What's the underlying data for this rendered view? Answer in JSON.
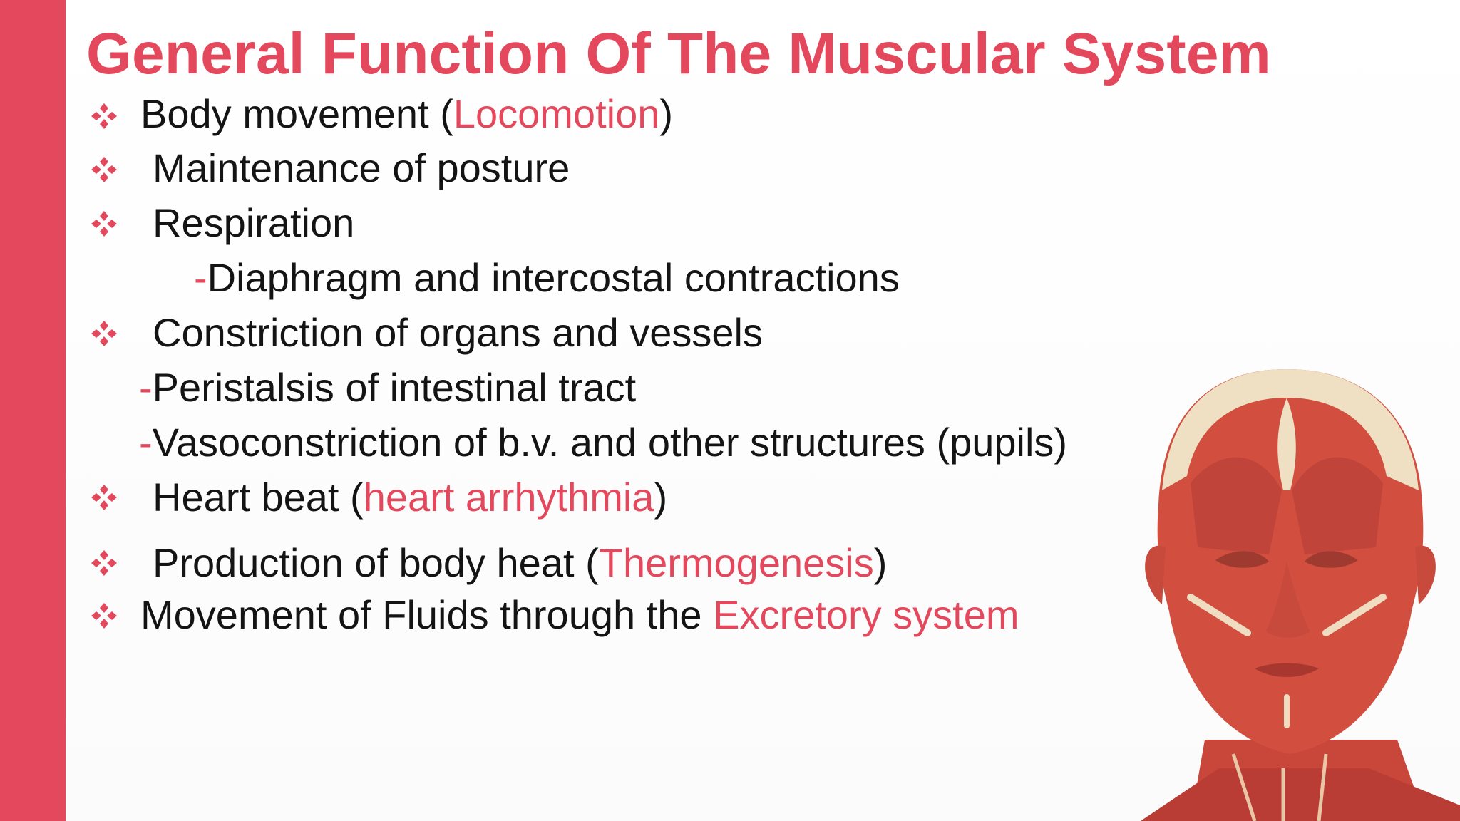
{
  "slide": {
    "title": "General Function Of The Muscular System",
    "colors": {
      "accent": "#e4485c",
      "text": "#141414",
      "side_bar": "#e4485c"
    },
    "bullet_icon": "four-diamond-bullet-icon",
    "items": [
      {
        "pre": "Body movement (",
        "highlight": "Locomotion",
        "post": ")"
      },
      {
        "text": "Maintenance of posture"
      },
      {
        "text": "Respiration"
      },
      {
        "dash": "-",
        "text": "Diaphragm and intercostal contractions"
      },
      {
        "text": "Constriction of organs and vessels"
      },
      {
        "dash": "-",
        "text": "Peristalsis of intestinal tract"
      },
      {
        "dash": "-",
        "text": "Vasoconstriction of b.v. and other structures (pupils)"
      },
      {
        "pre": "Heart beat (",
        "highlight": "heart arrhythmia",
        "post": ")"
      },
      {
        "pre": "Production of body heat (",
        "highlight": "Thermogenesis",
        "post": ")"
      },
      {
        "pre": "Movement of Fluids through the ",
        "highlight": "Excretory system"
      }
    ]
  }
}
